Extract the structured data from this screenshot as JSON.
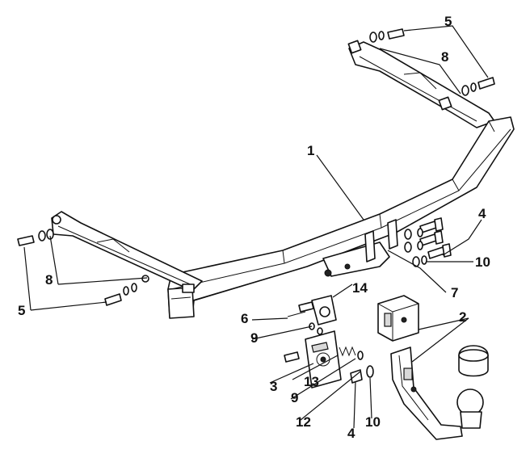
{
  "callouts": {
    "c1": "1",
    "c2": "2",
    "c3": "3",
    "c4a": "4",
    "c4b": "4",
    "c5a": "5",
    "c5b": "5",
    "c6": "6",
    "c7": "7",
    "c8a": "8",
    "c8b": "8",
    "c9a": "9",
    "c9b": "9",
    "c10a": "10",
    "c10b": "10",
    "c12": "12",
    "c13": "13",
    "c14": "14"
  },
  "parts": [
    {
      "id": "main-crossbar",
      "icon": "crossbar-icon"
    },
    {
      "id": "towball-neck",
      "icon": "towball-icon"
    },
    {
      "id": "socket-plate",
      "icon": "bracket-icon"
    },
    {
      "id": "bolt",
      "icon": "bolt-icon"
    },
    {
      "id": "washer",
      "icon": "washer-icon"
    },
    {
      "id": "nut",
      "icon": "nut-icon"
    },
    {
      "id": "spring",
      "icon": "spring-icon"
    }
  ]
}
